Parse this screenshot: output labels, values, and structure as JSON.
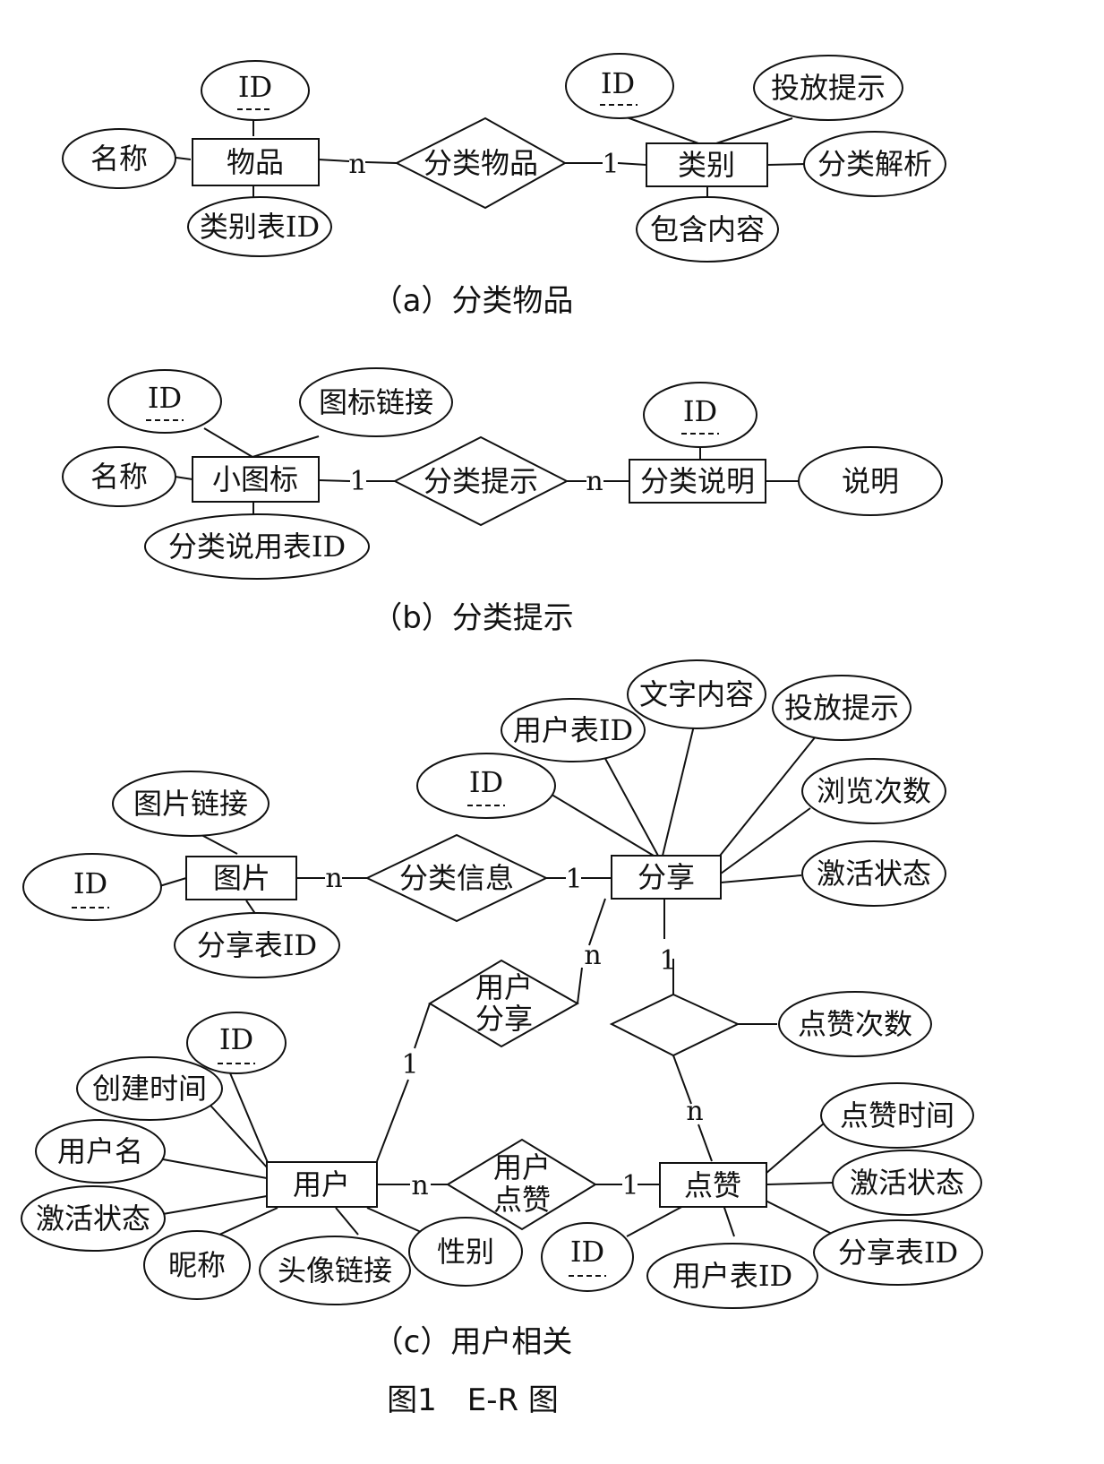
{
  "diagram_a": {
    "caption": "（a）分类物品",
    "entity_item": "物品",
    "entity_category": "类别",
    "relation": "分类物品",
    "item_id": "ID",
    "item_name": "名称",
    "item_category_table_id": "类别表ID",
    "category_id": "ID",
    "category_tips": "投放提示",
    "category_analysis": "分类解析",
    "category_contents": "包含内容",
    "card_item": "n",
    "card_category": "1"
  },
  "diagram_b": {
    "caption": "（b）分类提示",
    "entity_icon": "小图标",
    "entity_desc": "分类说明",
    "relation": "分类提示",
    "icon_id": "ID",
    "icon_link": "图标链接",
    "icon_name": "名称",
    "icon_desc_table_id": "分类说用表ID",
    "desc_id": "ID",
    "desc_text": "说明",
    "card_icon": "1",
    "card_desc": "n"
  },
  "diagram_c": {
    "caption": "（c）用户相关",
    "entity_picture": "图片",
    "entity_share": "分享",
    "entity_user": "用户",
    "entity_like": "点赞",
    "rel_class_info": "分类信息",
    "rel_user_share_1": "用户",
    "rel_user_share_2": "分享",
    "rel_user_like_1": "用户",
    "rel_user_like_2": "点赞",
    "pic_link": "图片链接",
    "pic_id": "ID",
    "pic_share_table_id": "分享表ID",
    "share_user_table_id": "用户表ID",
    "share_text": "文字内容",
    "share_tips": "投放提示",
    "share_id": "ID",
    "share_views": "浏览次数",
    "share_active": "激活状态",
    "like_count": "点赞次数",
    "user_id": "ID",
    "user_created": "创建时间",
    "user_name": "用户名",
    "user_active": "激活状态",
    "user_nickname": "昵称",
    "user_avatar": "头像链接",
    "user_gender": "性别",
    "like_time": "点赞时间",
    "like_active": "激活状态",
    "like_share_table_id": "分享表ID",
    "like_user_table_id": "用户表ID",
    "like_id": "ID",
    "card_pic": "n",
    "card_share_class": "1",
    "card_share_user": "n",
    "card_user_share": "1",
    "card_share_like": "1",
    "card_like_share": "n",
    "card_user_like": "n",
    "card_like_user": "1"
  },
  "figure_caption": "图1　E-R 图"
}
